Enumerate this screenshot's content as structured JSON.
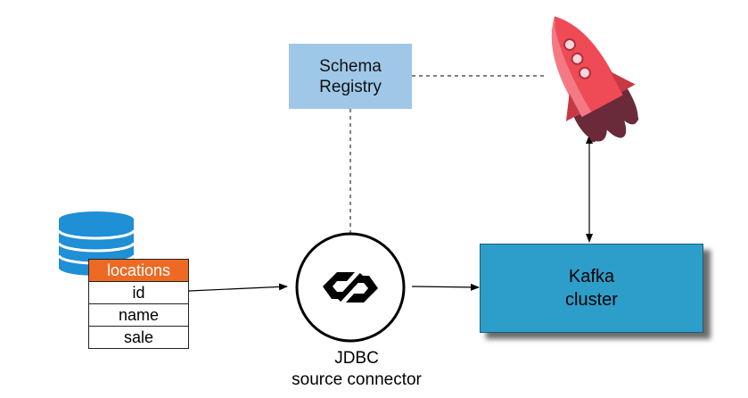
{
  "schema_registry": {
    "line1": "Schema",
    "line2": "Registry",
    "fill": "#9fc8e8"
  },
  "kafka": {
    "line1": "Kafka",
    "line2": "cluster",
    "fill": "#2c9ec9"
  },
  "locations_table": {
    "header": "locations",
    "header_color": "#ee6a24",
    "rows": [
      "id",
      "name",
      "sale"
    ]
  },
  "jdbc_connector": {
    "line1": "JDBC",
    "line2": "source connector"
  },
  "icons": {
    "database": "database-icon",
    "connector": "connector-logo-icon",
    "rocket": "rocket-icon"
  },
  "colors": {
    "database_blue": "#1f8fd6",
    "rocket_red": "#ee4b57",
    "rocket_dark": "#6a2a3a"
  }
}
